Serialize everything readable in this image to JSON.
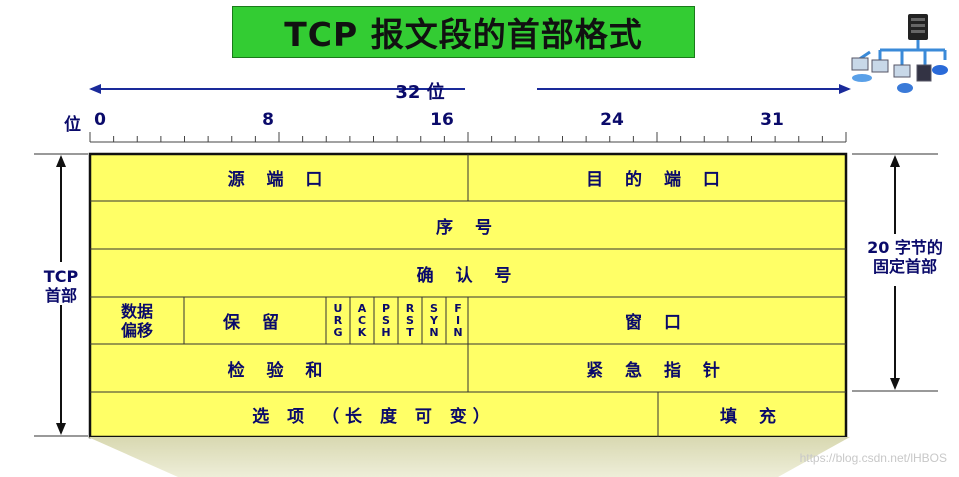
{
  "title": "TCP 报文段的首部格式",
  "width_label": "32 位",
  "bit_label": "位",
  "bit_ticks": [
    "0",
    "8",
    "16",
    "24",
    "31"
  ],
  "fields": {
    "src_port": "源 端 口",
    "dst_port": "目 的 端 口",
    "seq": "序 号",
    "ack": "确 认 号",
    "data_offset_1": "数据",
    "data_offset_2": "偏移",
    "reserved": "保 留",
    "window": "窗 口",
    "checksum": "检 验 和",
    "urgent": "紧 急 指 针",
    "options": "选 项 （长 度 可 变）",
    "padding": "填 充"
  },
  "flags": [
    {
      "letters": [
        "U",
        "R",
        "G"
      ]
    },
    {
      "letters": [
        "A",
        "C",
        "K"
      ]
    },
    {
      "letters": [
        "P",
        "S",
        "H"
      ]
    },
    {
      "letters": [
        "R",
        "S",
        "T"
      ]
    },
    {
      "letters": [
        "S",
        "Y",
        "N"
      ]
    },
    {
      "letters": [
        "F",
        "I",
        "N"
      ]
    }
  ],
  "left_label_1": "TCP",
  "left_label_2": "首部",
  "right_label_1": "20 字节的",
  "right_label_2": "固定首部",
  "watermark": "https://blog.csdn.net/lHBOS",
  "icons": {
    "network": "network-computers-icon"
  },
  "colors": {
    "title_bg": "#33cc33",
    "table_bg": "#ffff66",
    "text": "#0a0a6a",
    "arrow": "#1a2a9a"
  }
}
